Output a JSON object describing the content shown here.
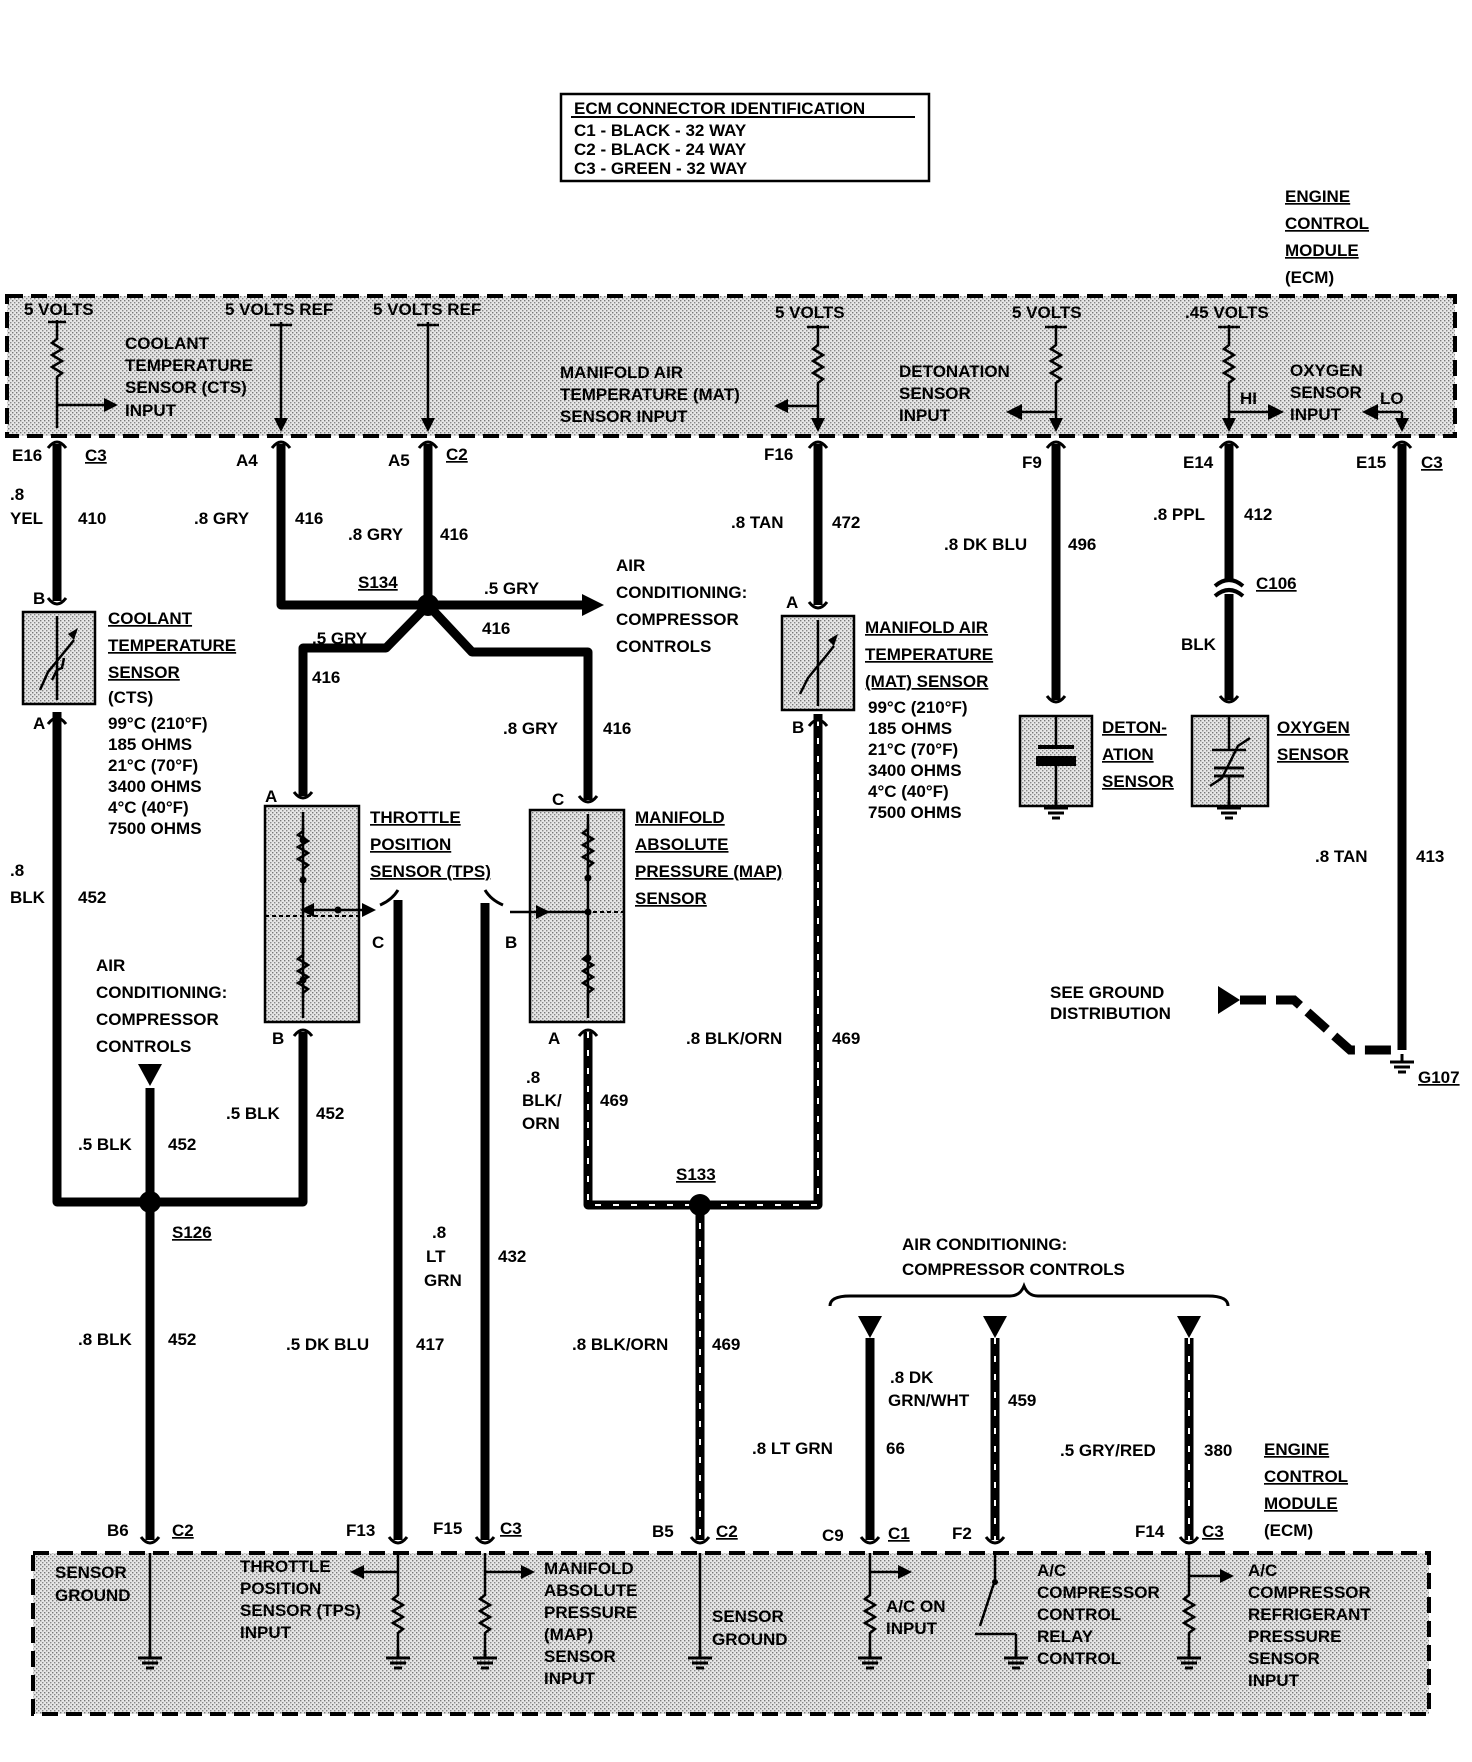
{
  "legend": {
    "title": "ECM CONNECTOR IDENTIFICATION",
    "rows": [
      "C1 - BLACK - 32 WAY",
      "C2 - BLACK - 24 WAY",
      "C3 - GREEN - 32 WAY"
    ]
  },
  "ecm_top": {
    "title": [
      "ENGINE",
      "CONTROL",
      "MODULE",
      "(ECM)"
    ],
    "supplies": [
      "5 VOLTS",
      "5 VOLTS REF",
      "5 VOLTS REF",
      "5 VOLTS",
      "5 VOLTS",
      ".45 VOLTS"
    ],
    "cts_input": [
      "COOLANT",
      "TEMPERATURE",
      "SENSOR (CTS)",
      "INPUT"
    ],
    "mat_input": [
      "MANIFOLD AIR",
      "TEMPERATURE (MAT)",
      "SENSOR INPUT"
    ],
    "det_input": [
      "DETONATION",
      "SENSOR",
      "INPUT"
    ],
    "o2_input": [
      "OXYGEN",
      "SENSOR",
      "INPUT"
    ],
    "hi": "HI",
    "lo": "LO"
  },
  "pins_top": [
    "E16",
    "C3",
    "A4",
    "A5",
    "C2",
    "F16",
    "F9",
    "E14",
    "E15",
    "C3"
  ],
  "wires": {
    "w410": [
      ".8",
      "YEL",
      "410"
    ],
    "w416a": [
      ".8 GRY",
      "416"
    ],
    "w416b": [
      ".8 GRY",
      "416"
    ],
    "w472": [
      ".8 TAN",
      "472"
    ],
    "w496": [
      ".8 DK BLU",
      "496"
    ],
    "w412": [
      ".8 PPL",
      "412"
    ],
    "blk": "BLK",
    "c106": "C106",
    "s134": "S134",
    "s134_gry": [
      ".5 GRY"
    ],
    "s134_416": "416",
    "left_5gry": [
      ".5 GRY",
      "416"
    ],
    "map_8gry": [
      ".8 GRY",
      "416"
    ],
    "w452": [
      ".8",
      "BLK",
      "452"
    ],
    "w413": [
      ".8 TAN",
      "413"
    ],
    "w469": [
      ".8 BLK/ORN",
      "469"
    ],
    "w469b": [
      ".8",
      "BLK/",
      "ORN",
      "469"
    ],
    "w452b": [
      ".5 BLK",
      "452"
    ],
    "w452c": [
      ".5 BLK",
      "452"
    ],
    "s126": "S126",
    "s133": "S133",
    "w452d": [
      ".8 BLK",
      "452"
    ],
    "w417": [
      ".5 DK BLU",
      "417"
    ],
    "w432": [
      ".8",
      "LT",
      "GRN",
      "432"
    ],
    "w469c": [
      ".8 BLK/ORN",
      "469"
    ],
    "w66": [
      ".8 LT GRN",
      "66"
    ],
    "w459": [
      ".8 DK",
      "GRN/WHT",
      "459"
    ],
    "w380": [
      ".5 GRY/RED",
      "380"
    ]
  },
  "ac_controls": [
    "AIR",
    "CONDITIONING:",
    "COMPRESSOR",
    "CONTROLS"
  ],
  "ac_controls_left": [
    "AIR",
    "CONDITIONING:",
    "COMPRESSOR",
    "CONTROLS"
  ],
  "ac_controls_bottom": [
    "AIR CONDITIONING:",
    "COMPRESSOR CONTROLS"
  ],
  "cts": {
    "label": [
      "COOLANT",
      "TEMPERATURE",
      "SENSOR"
    ],
    "sub": "(CTS)",
    "specs": [
      "99°C (210°F)",
      "185 OHMS",
      "21°C (70°F)",
      "3400 OHMS",
      "4°C (40°F)",
      "7500 OHMS"
    ],
    "pin_b": "B",
    "pin_a": "A"
  },
  "mat": {
    "label": [
      "MANIFOLD AIR",
      "TEMPERATURE"
    ],
    "sub": "(MAT) SENSOR",
    "specs": [
      "99°C (210°F)",
      "185 OHMS",
      "21°C (70°F)",
      "3400 OHMS",
      "4°C (40°F)",
      "7500 OHMS"
    ],
    "pin_a": "A",
    "pin_b": "B"
  },
  "tps": {
    "label": [
      "THROTTLE",
      "POSITION",
      "SENSOR (TPS)"
    ],
    "pin_a": "A",
    "pin_b": "B",
    "pin_c": "C"
  },
  "map": {
    "label": [
      "MANIFOLD",
      "ABSOLUTE",
      "PRESSURE (MAP)",
      "SENSOR"
    ],
    "pin_c": "C",
    "pin_b": "B",
    "pin_a": "A"
  },
  "det": {
    "label": [
      "DETON-",
      "ATION",
      "SENSOR"
    ]
  },
  "o2": {
    "label": [
      "OXYGEN",
      "SENSOR"
    ]
  },
  "ground": {
    "see": [
      "SEE GROUND",
      "DISTRIBUTION"
    ],
    "g107": "G107"
  },
  "pins_bottom": [
    "B6",
    "C2",
    "F13",
    "F15",
    "C3",
    "B5",
    "C2",
    "C9",
    "C1",
    "F2",
    "F14",
    "C3"
  ],
  "ecm_bottom": {
    "title": [
      "ENGINE",
      "CONTROL",
      "MODULE",
      "(ECM)"
    ],
    "sensor_ground1": [
      "SENSOR",
      "GROUND"
    ],
    "tps_input": [
      "THROTTLE",
      "POSITION",
      "SENSOR (TPS)",
      "INPUT"
    ],
    "map_input": [
      "MANIFOLD",
      "ABSOLUTE",
      "PRESSURE",
      "(MAP)",
      "SENSOR",
      "INPUT"
    ],
    "sensor_ground2": [
      "SENSOR",
      "GROUND"
    ],
    "ac_on": [
      "A/C ON",
      "INPUT"
    ],
    "ac_relay": [
      "A/C",
      "COMPRESSOR",
      "CONTROL",
      "RELAY",
      "CONTROL"
    ],
    "ac_pressure": [
      "A/C",
      "COMPRESSOR",
      "REFRIGERANT",
      "PRESSURE",
      "SENSOR",
      "INPUT"
    ]
  }
}
